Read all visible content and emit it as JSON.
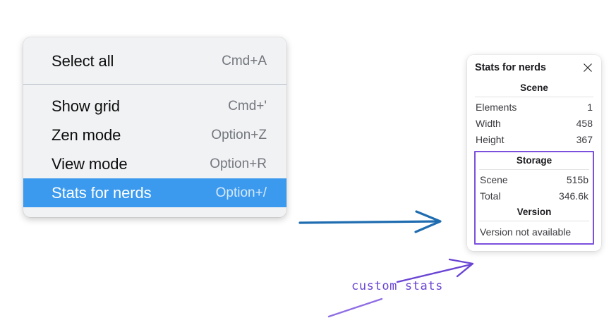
{
  "menu": {
    "groups": [
      {
        "items": [
          {
            "label": "Select all",
            "shortcut": "Cmd+A",
            "selected": false
          }
        ]
      },
      {
        "items": [
          {
            "label": "Show grid",
            "shortcut": "Cmd+'",
            "selected": false
          },
          {
            "label": "Zen mode",
            "shortcut": "Option+Z",
            "selected": false
          },
          {
            "label": "View mode",
            "shortcut": "Option+R",
            "selected": false
          },
          {
            "label": "Stats for nerds",
            "shortcut": "Option+/",
            "selected": true
          }
        ]
      }
    ],
    "items": {
      "select_all": {
        "label": "Select all",
        "shortcut": "Cmd+A"
      },
      "show_grid": {
        "label": "Show grid",
        "shortcut": "Cmd+'"
      },
      "zen_mode": {
        "label": "Zen mode",
        "shortcut": "Option+Z"
      },
      "view_mode": {
        "label": "View mode",
        "shortcut": "Option+R"
      },
      "stats_for_nerds": {
        "label": "Stats for nerds",
        "shortcut": "Option+/"
      }
    },
    "highlight_color": "#3b9aee",
    "background_color": "#f1f2f4"
  },
  "stats_panel": {
    "title": "Stats for nerds",
    "close_icon": "close-icon",
    "scene": {
      "heading": "Scene",
      "rows": [
        {
          "key": "Elements",
          "value": "1"
        },
        {
          "key": "Width",
          "value": "458"
        },
        {
          "key": "Height",
          "value": "367"
        }
      ]
    },
    "storage": {
      "heading": "Storage",
      "rows": [
        {
          "key": "Scene",
          "value": "515b"
        },
        {
          "key": "Total",
          "value": "346.6k"
        }
      ]
    },
    "version": {
      "heading": "Version",
      "text": "Version not available"
    },
    "custom_box_color": "#7c50dd"
  },
  "annotations": {
    "blue_arrow_color": "#1f6cb0",
    "purple_color": "#6a45d4",
    "label": "custom stats"
  }
}
